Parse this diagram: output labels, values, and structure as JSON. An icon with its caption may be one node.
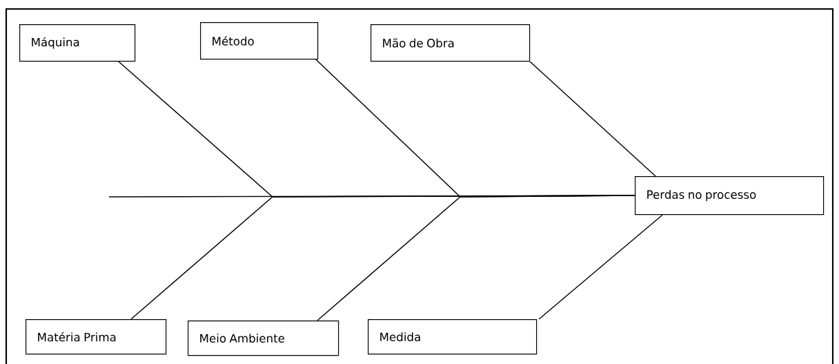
{
  "diagram": {
    "nodes": [
      {
        "text": [
          "Máquina"
        ]
      },
      {
        "text": [
          "Método"
        ]
      },
      {
        "text": [
          "Mão de Obra"
        ]
      },
      {
        "text": [
          "Perdas no processo"
        ]
      },
      {
        "text": [
          "Matéria Prima"
        ]
      },
      {
        "text": [
          "Meio Ambiente"
        ]
      },
      {
        "text": [
          "Medida"
        ]
      }
    ],
    "edges": [
      {
        "from": null,
        "to": 3,
        "arrow": "none"
      },
      {
        "from": 0,
        "to": 3,
        "arrow": "none"
      },
      {
        "from": 4,
        "to": 3,
        "arrow": "none"
      },
      {
        "from": 1,
        "to": 3,
        "arrow": "none"
      },
      {
        "from": 5,
        "to": 3,
        "arrow": "none"
      },
      {
        "from": 2,
        "to": 3,
        "arrow": "none"
      },
      {
        "from": 6,
        "to": 3,
        "arrow": "none"
      }
    ]
  }
}
